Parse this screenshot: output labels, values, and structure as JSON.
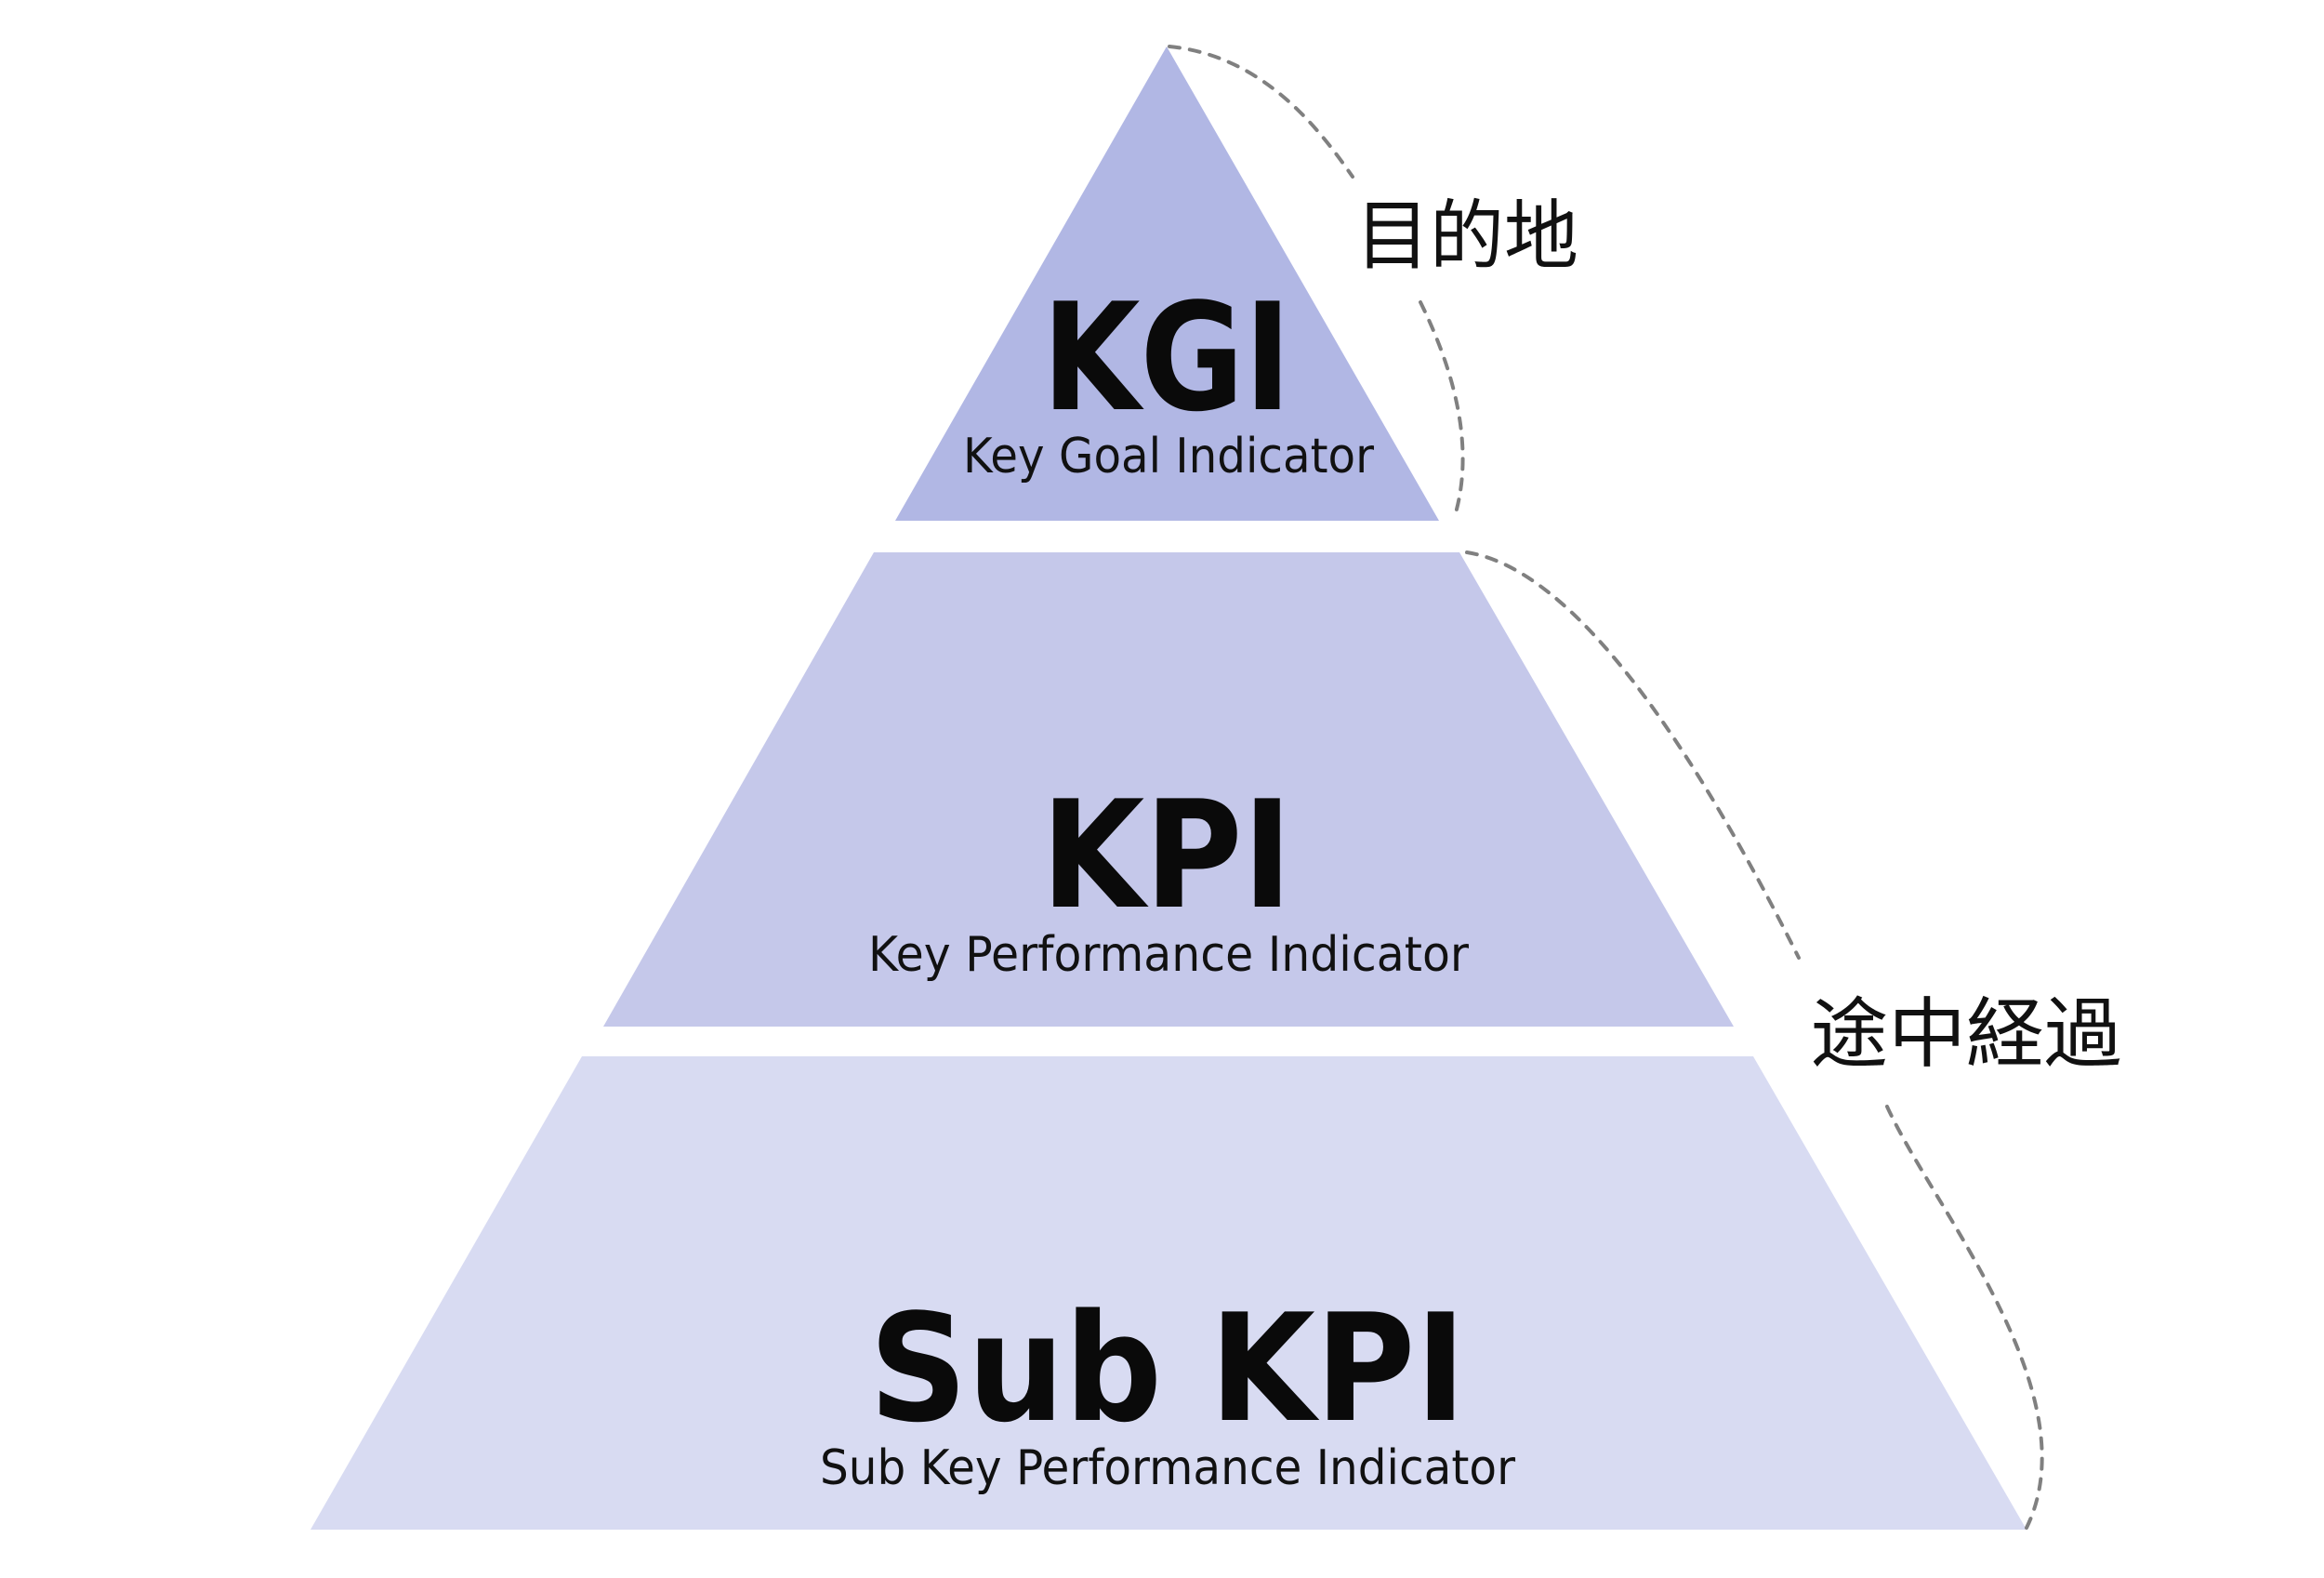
{
  "pyramid": {
    "tiers": [
      {
        "id": "kgi",
        "title": "KGI",
        "subtitle": "Key Goal Indicator",
        "color": "#b1b7e4"
      },
      {
        "id": "kpi",
        "title": "KPI",
        "subtitle": "Key Performance Indicator",
        "color": "#c5c8ea"
      },
      {
        "id": "sub-kpi",
        "title": "Sub KPI",
        "subtitle": "Sub Key Performance Indicator",
        "color": "#d8dbf2"
      }
    ]
  },
  "brackets": [
    {
      "id": "destination",
      "label": "目的地",
      "color": "#808080"
    },
    {
      "id": "progress",
      "label": "途中経過",
      "color": "#808080"
    }
  ]
}
